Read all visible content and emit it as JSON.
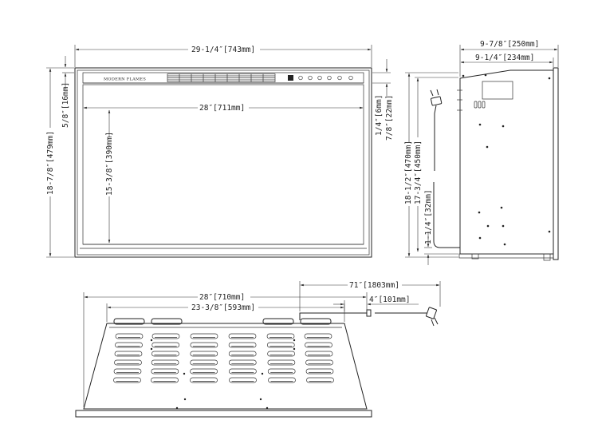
{
  "brand": "MODERN FLAMES",
  "front_view": {
    "width_label": "29-1/4″[743mm]",
    "inner_width_label": "28″[711mm]",
    "height_label": "18-7/8″[479mm]",
    "top_trim_label": "5/8″[16mm]",
    "opening_height_label": "15-3/8″[390mm]",
    "right_small_label_a": "1/4″[6mm]",
    "right_small_label_b": "7/8″[22mm]"
  },
  "side_view": {
    "depth_label": "9-7/8″[250mm]",
    "body_depth_label": "9-1/4″[234mm]",
    "height_label": "18-1/2″[470mm]",
    "body_height_label": "17-3/4″[450mm]",
    "cord_offset_label": "1-1/4″[32mm]"
  },
  "top_view": {
    "width_label": "28″[710mm]",
    "inner_width_label": "23-3/8″[593mm]",
    "cord_length_label": "71″[1803mm]",
    "cord_exit_label": "4″[101mm]"
  }
}
